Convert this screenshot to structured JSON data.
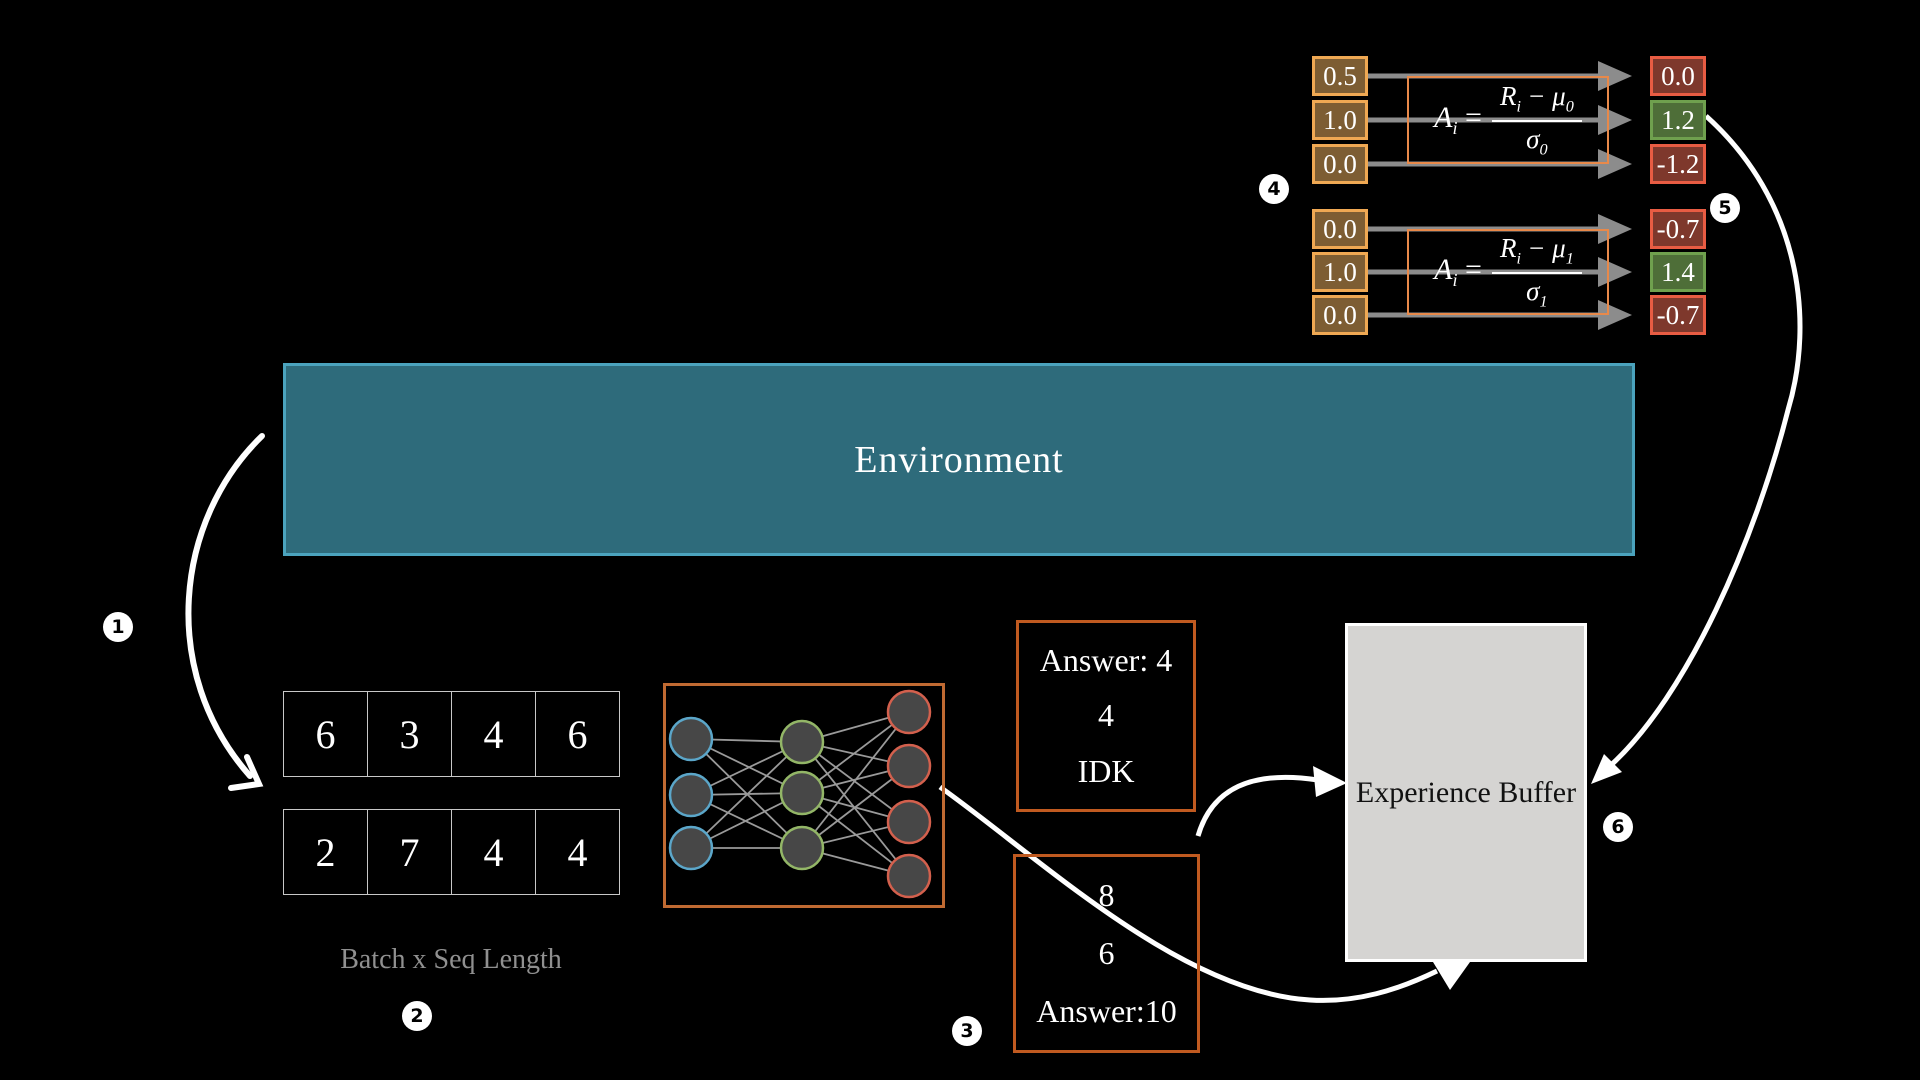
{
  "colors": {
    "background": "#000000",
    "env_fill": "#2e6b7b",
    "env_border": "#4ba3bd",
    "input_fill": "#7d5d33",
    "input_border": "#efa853",
    "neg_fill": "#7e382c",
    "neg_border": "#e85c43",
    "pos_fill": "#4e6e38",
    "pos_border": "#6fa04e",
    "formula_border": "#e8894a",
    "gray_arrow": "#8c8c8c",
    "nn_border": "#c06a32",
    "node_fill": "#474747",
    "node_input_border": "#5ba6c9",
    "node_hidden_border": "#93b667",
    "node_output_border": "#d3604d",
    "answer_border": "#c05a20",
    "buffer_fill": "#d5d4d2",
    "table_border": "#c8c8c8",
    "caption_color": "#909090"
  },
  "environment": {
    "label": "Environment"
  },
  "steps": {
    "s1": "1",
    "s2": "2",
    "s3": "3",
    "s4": "4",
    "s5": "5",
    "s6": "6"
  },
  "batch": {
    "rows": [
      [
        "6",
        "3",
        "4",
        "6"
      ],
      [
        "2",
        "7",
        "4",
        "4"
      ]
    ],
    "caption": "Batch x Seq Length"
  },
  "normalizers": [
    {
      "inputs": [
        "0.5",
        "1.0",
        "0.0"
      ],
      "formula": {
        "lhs": "A",
        "lhs_sub": "i",
        "eq": "=",
        "num_var": "R",
        "num_sub": "i",
        "minus": "−",
        "mu": "μ",
        "mu_sub": "0",
        "sigma": "σ",
        "sigma_sub": "0"
      },
      "outputs": [
        "0.0",
        "1.2",
        "-1.2"
      ],
      "output_types": [
        "neg",
        "pos",
        "neg"
      ]
    },
    {
      "inputs": [
        "0.0",
        "1.0",
        "0.0"
      ],
      "formula": {
        "lhs": "A",
        "lhs_sub": "i",
        "eq": "=",
        "num_var": "R",
        "num_sub": "i",
        "minus": "−",
        "mu": "μ",
        "mu_sub": "1",
        "sigma": "σ",
        "sigma_sub": "1"
      },
      "outputs": [
        "-0.7",
        "1.4",
        "-0.7"
      ],
      "output_types": [
        "neg",
        "pos",
        "neg"
      ]
    }
  ],
  "completions": [
    {
      "lines": [
        "Answer: 4",
        "4",
        "IDK"
      ]
    },
    {
      "lines": [
        "8",
        "6",
        "Answer:10"
      ]
    }
  ],
  "buffer": {
    "label": "Experience Buffer"
  }
}
